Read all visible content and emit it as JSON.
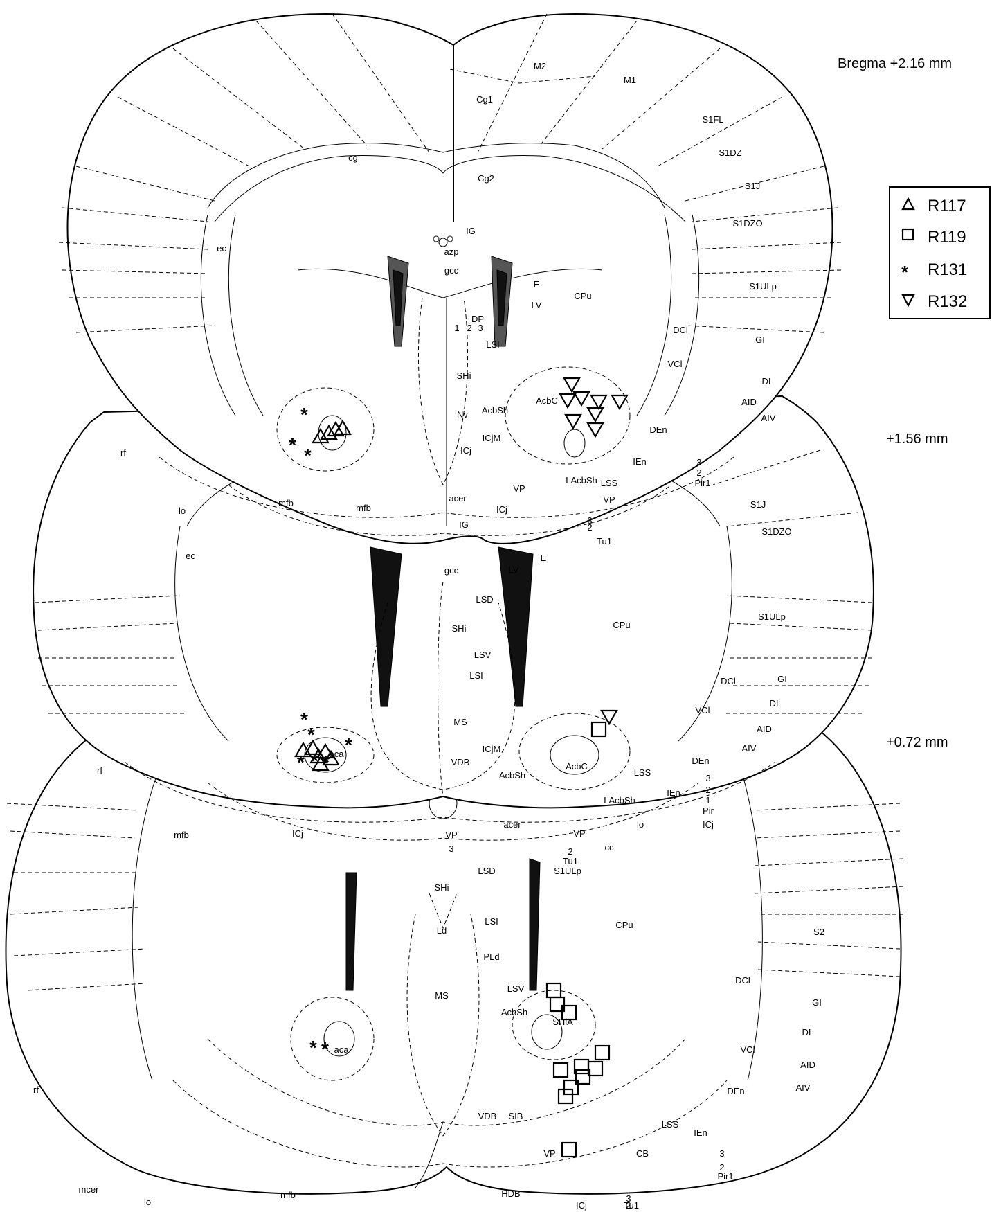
{
  "sections": [
    {
      "bregma": "Bregma +2.16 mm",
      "labels": [
        "M2",
        "M1",
        "Cg1",
        "S1FL",
        "S1DZ",
        "cg",
        "Cg2",
        "S1J",
        "S1DZO",
        "IG",
        "ec",
        "azp",
        "gcc",
        "S1ULp",
        "E",
        "CPu",
        "LV",
        "DP",
        "1",
        "2",
        "3",
        "LSI",
        "DCl",
        "GI",
        "SHi",
        "VCl",
        "DI",
        "AcbC",
        "AcbSh",
        "AID",
        "Nv",
        "AIV",
        "ICjM",
        "DEn",
        "rf",
        "ICj",
        "IEn",
        "3",
        "2",
        "Pir1",
        "LAcbSh",
        "LSS",
        "VP",
        "acer",
        "VP",
        "lo",
        "mfb",
        "mfb",
        "ICj",
        "IG",
        "3",
        "2",
        "Tu1"
      ]
    },
    {
      "bregma": "+1.56 mm",
      "labels": [
        "S1J",
        "S1DZO",
        "ec",
        "E",
        "gcc",
        "S1ULp",
        "LV",
        "LSD",
        "CPu",
        "SHi",
        "LSV",
        "DCl",
        "LSI",
        "GI",
        "VCl",
        "DI",
        "MS",
        "AID",
        "ICjM",
        "AIV",
        "aca",
        "VDB",
        "AcbC",
        "DEn",
        "AcbSh",
        "rf",
        "LSS",
        "IEn",
        "LAcbSh",
        "3",
        "2",
        "1",
        "Pir",
        "ICj",
        "acer",
        "VP",
        "VP",
        "lo",
        "mfb",
        "ICj",
        "cc",
        "3",
        "2",
        "Tu1",
        "S1ULp"
      ]
    },
    {
      "bregma": "+0.72 mm",
      "labels": [
        "LSD",
        "SHi",
        "LSI",
        "CPu",
        "S2",
        "Ld",
        "PLd",
        "LSV",
        "MS",
        "DCl",
        "GI",
        "AcbSh",
        "SHiA",
        "DI",
        "VCl",
        "aca",
        "AID",
        "AIV",
        "rf",
        "DEn",
        "LSS",
        "VDB",
        "SIB",
        "IEn",
        "3",
        "2",
        "VP",
        "CB",
        "Pir1",
        "mcer",
        "HDB",
        "mfb",
        "lo",
        "ICj",
        "3",
        "2",
        "Tu1"
      ]
    }
  ],
  "legend": [
    {
      "symbol": "triangle-up",
      "label": "R117"
    },
    {
      "symbol": "square",
      "label": "R119"
    },
    {
      "symbol": "asterisk",
      "label": "R131"
    },
    {
      "symbol": "triangle-down",
      "label": "R132"
    }
  ],
  "colors": {
    "ink": "#000000",
    "ventricle": "#111111",
    "ventricle_shade": "#555555",
    "background": "#ffffff"
  }
}
